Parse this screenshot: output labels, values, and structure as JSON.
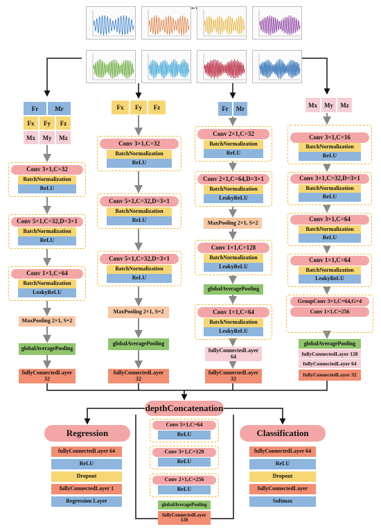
{
  "figure_title": "Multi-feature Data Visualization",
  "branches": {
    "force_moment": {
      "inputs": [
        "Fr",
        "Mr",
        "Fx",
        "Fy",
        "Fz",
        "Mx",
        "My",
        "Mz"
      ],
      "conv1": "Conv 3×1,C=32",
      "bn": "BatchNormalization",
      "act1": "ReLU",
      "conv2": "Conv 5×1,C=32,D=3×1",
      "act2": "ReLU",
      "conv3": "Conv 1×1,C=64",
      "act3": "LeakyReLU",
      "pool": "MaxPooling 2×1, S=2",
      "gap": "globalAveragePooling",
      "fc": "fullyConnectedLayer",
      "fc_size": "32"
    },
    "force": {
      "inputs": [
        "Fx",
        "Fy",
        "Fz"
      ],
      "conv1": "Conv 3×1,C=32",
      "act1": "ReLU",
      "conv2": "Conv 5×1,C=32,D=3×1",
      "act2": "ReLU",
      "conv3": "Conv 5×1,C=32,D=3×1",
      "act3": "ReLU",
      "pool": "MaxPooling 2×1, S=2",
      "gap": "globalAveragePooling",
      "fc": "fullyConnectedLayer",
      "fc_size": "32"
    },
    "resultant": {
      "inputs": [
        "Fr",
        "Mr"
      ],
      "conv1": "Conv 2×1,C=32",
      "act1": "ReLU",
      "conv2": "Conv 2×1,C=64,D=3×1",
      "act2": "LeakyReLU",
      "pool": "MaxPooling 2×1, S=2",
      "conv3": "Conv 1×1,C=128",
      "act3": "LeakyReLU",
      "gap": "globalAveragePooling",
      "conv4": "Conv 1×1,C=64",
      "act4": "LeakyReLU",
      "fc1": "fullyConnectedLayer",
      "fc1_size": "64",
      "fc2": "fullyConnectedLayer",
      "fc2_size": "32"
    },
    "moment": {
      "inputs": [
        "Mx",
        "My",
        "Mz"
      ],
      "conv1": "Conv 3×1,C=16",
      "act1": "ReLU",
      "conv2": "Conv 3×1,C=32,D=3×1",
      "act2": "ReLU",
      "conv3": "Conv 3×1,C=64",
      "act3": "ReLU",
      "conv4": "Conv 1×1,C=64",
      "act4": "LeakyReLU",
      "group": "GroupConv 3×1,C=64,G=4",
      "conv5": "Conv 1×1,C=256",
      "gap": "globalAveragePooling",
      "fc1": "fullyConnectedLayer 128",
      "fc2": "fullyConnectedLayer 64",
      "fc3": "fullyConnectedLayer 32"
    }
  },
  "fusion": {
    "title": "depthConcatenation",
    "conv1": "Conv 5×1,C=64",
    "conv2": "Conv 3×1,C=128",
    "conv3": "Conv 2×1,C=256",
    "act": "ReLU",
    "gap": "globalAveragePooling",
    "fc": "fullyConnectedLayer",
    "fc_size": "128"
  },
  "regression": {
    "title": "Regression",
    "layers": [
      "fullyConnectedLayer 64",
      "ReLU",
      "Dropout",
      "fullyConnectedLayer 1",
      "Regression Layer"
    ]
  },
  "classification": {
    "title": "Classification",
    "layers": [
      "fullyConnectedLayer 64",
      "ReLU",
      "Dropout",
      "fullyConnectedLayer",
      "Softmax"
    ]
  },
  "colors": {
    "conv": "#f4a6a6",
    "batchnorm": "#f7d774",
    "activation": "#8db5dd",
    "pooling": "#f9c9a6",
    "gap": "#8fc56c",
    "fc": "#f28e72",
    "fc_light": "#f6cfd6",
    "dashed_border": "#f0b93a",
    "signal_colors": [
      "#2e78c9",
      "#e07b39",
      "#e8b33c",
      "#8b3d9e",
      "#6aaa3a",
      "#3fa7d6",
      "#b8243a",
      "#2f6fb5"
    ]
  }
}
